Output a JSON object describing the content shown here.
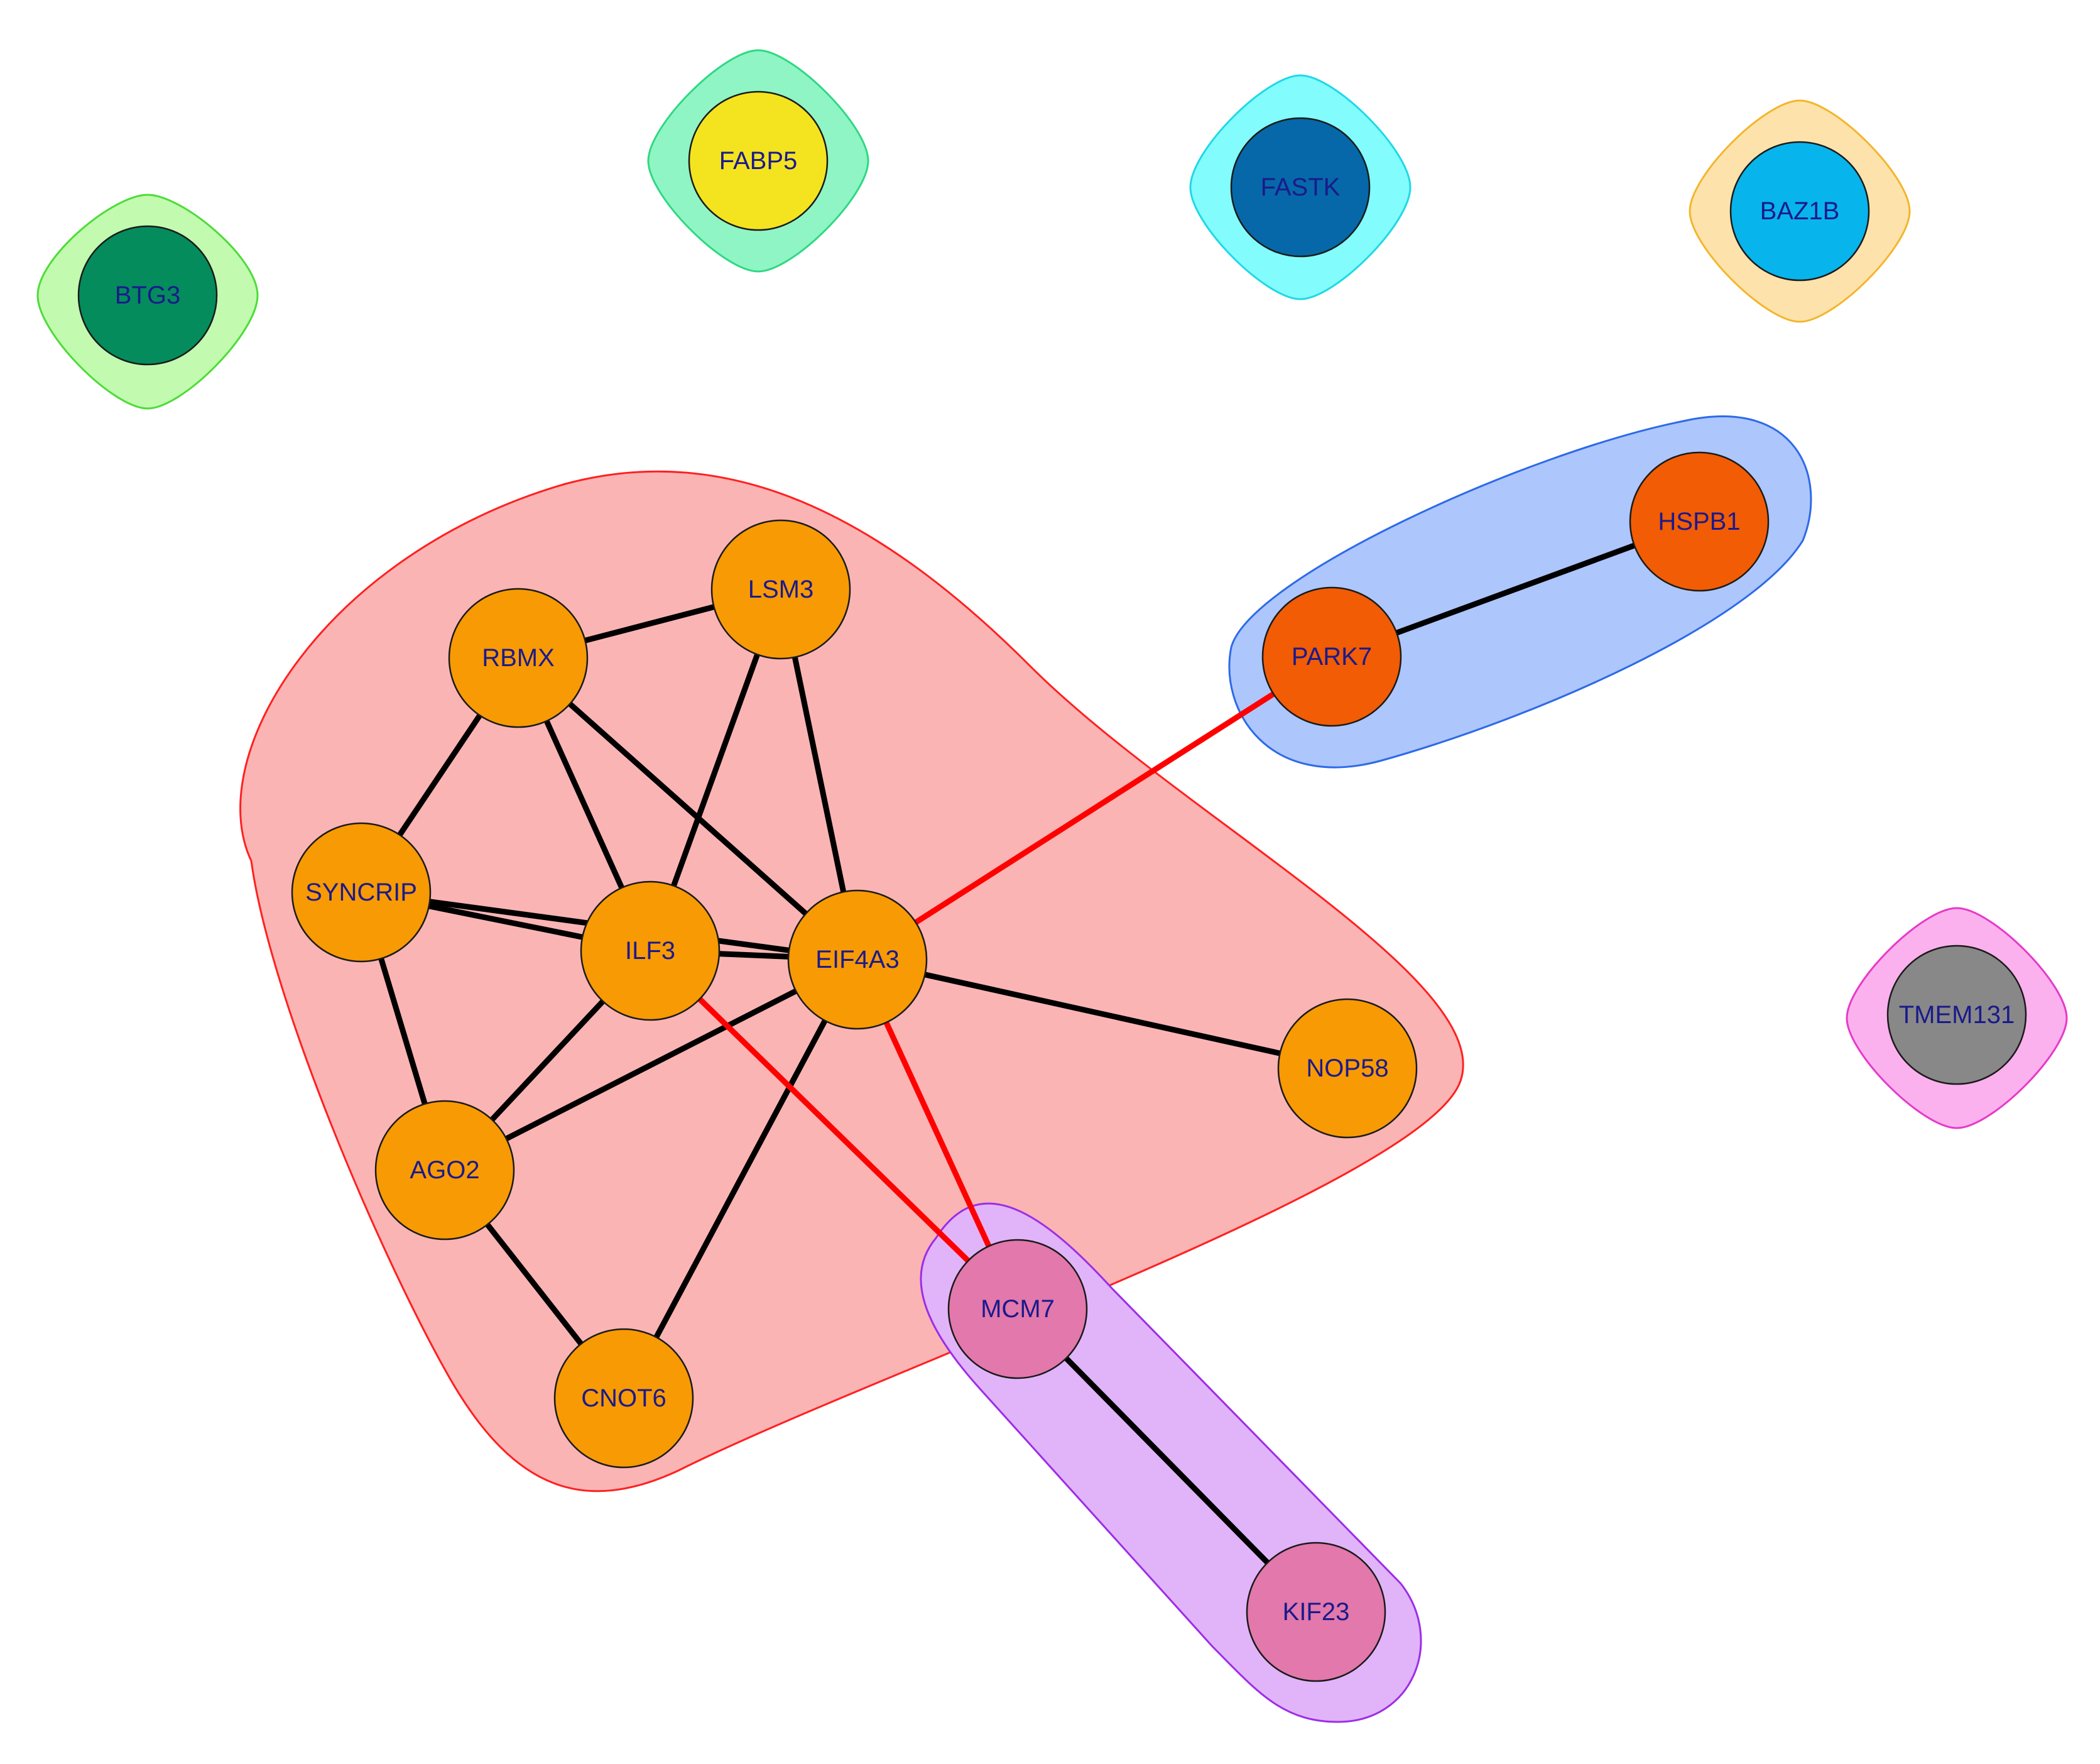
{
  "diagram": {
    "type": "network",
    "colors": {
      "intra_edge": "#000000",
      "inter_edge": "#ff0000",
      "label": "#1a1a8c"
    },
    "groups": [
      {
        "id": "g-red",
        "fill": "#fbb4b4",
        "stroke": "#ff2020"
      },
      {
        "id": "g-blue",
        "fill": "#adc6fb",
        "stroke": "#2d6ae8"
      },
      {
        "id": "g-purple",
        "fill": "#e1b4fa",
        "stroke": "#9d2de8"
      },
      {
        "id": "g-btg3",
        "fill": "#c2fbb0",
        "stroke": "#4ddc38"
      },
      {
        "id": "g-fabp5",
        "fill": "#8ff5c4",
        "stroke": "#2fd882"
      },
      {
        "id": "g-fastk",
        "fill": "#82fcfc",
        "stroke": "#20d8e6"
      },
      {
        "id": "g-baz1b",
        "fill": "#fde3ab",
        "stroke": "#f4b52c"
      },
      {
        "id": "g-tmem",
        "fill": "#fbb1ee",
        "stroke": "#e63ac8"
      }
    ],
    "nodes": [
      {
        "id": "BTG3",
        "label": "BTG3",
        "color": "#048c5c",
        "group": "g-btg3"
      },
      {
        "id": "FABP5",
        "label": "FABP5",
        "color": "#f4e420",
        "group": "g-fabp5"
      },
      {
        "id": "FASTK",
        "label": "FASTK",
        "color": "#0668a8",
        "group": "g-fastk"
      },
      {
        "id": "BAZ1B",
        "label": "BAZ1B",
        "color": "#08b4ec",
        "group": "g-baz1b"
      },
      {
        "id": "HSPB1",
        "label": "HSPB1",
        "color": "#f25c04",
        "group": "g-blue"
      },
      {
        "id": "PARK7",
        "label": "PARK7",
        "color": "#f25c04",
        "group": "g-blue"
      },
      {
        "id": "LSM3",
        "label": "LSM3",
        "color": "#f89a04",
        "group": "g-red"
      },
      {
        "id": "RBMX",
        "label": "RBMX",
        "color": "#f89a04",
        "group": "g-red"
      },
      {
        "id": "SYNCRIP",
        "label": "SYNCRIP",
        "color": "#f89a04",
        "group": "g-red"
      },
      {
        "id": "ILF3",
        "label": "ILF3",
        "color": "#f89a04",
        "group": "g-red"
      },
      {
        "id": "EIF4A3",
        "label": "EIF4A3",
        "color": "#f89a04",
        "group": "g-red"
      },
      {
        "id": "NOP58",
        "label": "NOP58",
        "color": "#f89a04",
        "group": "g-red"
      },
      {
        "id": "AGO2",
        "label": "AGO2",
        "color": "#f89a04",
        "group": "g-red"
      },
      {
        "id": "CNOT6",
        "label": "CNOT6",
        "color": "#f89a04",
        "group": "g-red"
      },
      {
        "id": "MCM7",
        "label": "MCM7",
        "color": "#e278ab",
        "group": "g-purple"
      },
      {
        "id": "KIF23",
        "label": "KIF23",
        "color": "#e278ab",
        "group": "g-purple"
      },
      {
        "id": "TMEM131",
        "label": "TMEM131",
        "color": "#888888",
        "group": "g-tmem"
      }
    ],
    "edges": [
      {
        "source": "RBMX",
        "target": "LSM3",
        "kind": "intra"
      },
      {
        "source": "RBMX",
        "target": "SYNCRIP",
        "kind": "intra"
      },
      {
        "source": "RBMX",
        "target": "ILF3",
        "kind": "intra"
      },
      {
        "source": "RBMX",
        "target": "EIF4A3",
        "kind": "intra"
      },
      {
        "source": "LSM3",
        "target": "ILF3",
        "kind": "intra"
      },
      {
        "source": "LSM3",
        "target": "EIF4A3",
        "kind": "intra"
      },
      {
        "source": "SYNCRIP",
        "target": "ILF3",
        "kind": "intra"
      },
      {
        "source": "SYNCRIP",
        "target": "EIF4A3",
        "kind": "intra"
      },
      {
        "source": "SYNCRIP",
        "target": "AGO2",
        "kind": "intra"
      },
      {
        "source": "ILF3",
        "target": "EIF4A3",
        "kind": "intra"
      },
      {
        "source": "ILF3",
        "target": "AGO2",
        "kind": "intra"
      },
      {
        "source": "EIF4A3",
        "target": "AGO2",
        "kind": "intra"
      },
      {
        "source": "EIF4A3",
        "target": "NOP58",
        "kind": "intra"
      },
      {
        "source": "EIF4A3",
        "target": "CNOT6",
        "kind": "intra"
      },
      {
        "source": "AGO2",
        "target": "CNOT6",
        "kind": "intra"
      },
      {
        "source": "HSPB1",
        "target": "PARK7",
        "kind": "intra"
      },
      {
        "source": "MCM7",
        "target": "KIF23",
        "kind": "intra"
      },
      {
        "source": "EIF4A3",
        "target": "PARK7",
        "kind": "inter"
      },
      {
        "source": "EIF4A3",
        "target": "MCM7",
        "kind": "inter"
      },
      {
        "source": "ILF3",
        "target": "MCM7",
        "kind": "inter"
      }
    ]
  }
}
